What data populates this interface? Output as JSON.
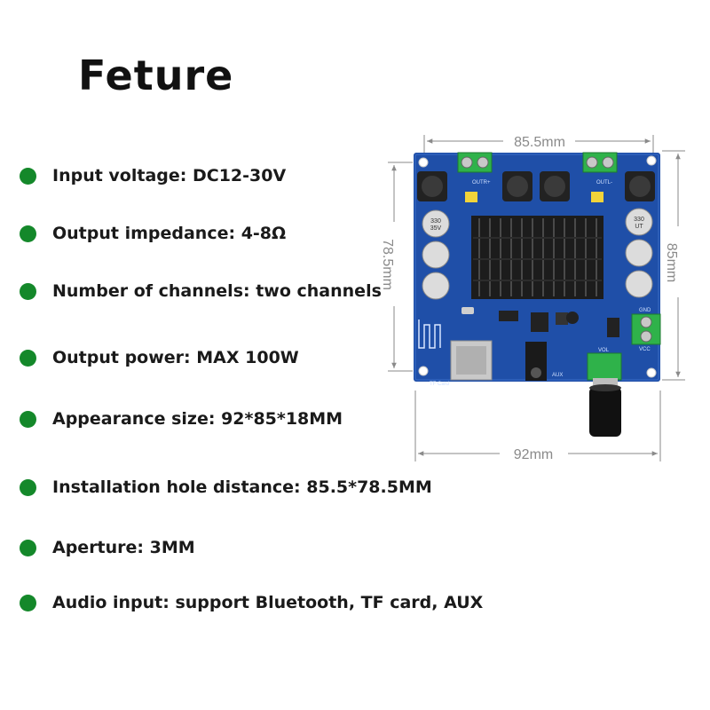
{
  "title": "Feture",
  "features": [
    {
      "text": "Input voltage: DC12-30V"
    },
    {
      "text": "Output impedance: 4-8Ω"
    },
    {
      "text": "Number of channels: two channels"
    },
    {
      "text": "Output power: MAX 100W"
    },
    {
      "text": "Appearance size: 92*85*18MM"
    },
    {
      "text": "Installation hole distance: 85.5*78.5MM"
    },
    {
      "text": "Aperture: 3MM"
    },
    {
      "text": "Audio input: support Bluetooth, TF card, AUX"
    }
  ],
  "dimensions": {
    "top": "85.5mm",
    "left": "78.5mm",
    "right": "85mm",
    "bottom": "92mm"
  },
  "board": {
    "cap_label_1": "330",
    "cap_label_2": "35V",
    "cap_label_3": "UT",
    "gnd": "GND",
    "vcc": "VCC",
    "vol": "VOL",
    "aux": "AUX",
    "tf": "TF Card",
    "out_r": "OUTR+",
    "out_l": "OUTL-"
  },
  "colors": {
    "dot": "#14882a",
    "board": "#1f4fa8",
    "terminal": "#2fb24a",
    "heatsink": "#1c1c1c",
    "dimension_line": "#8a8a8a"
  }
}
